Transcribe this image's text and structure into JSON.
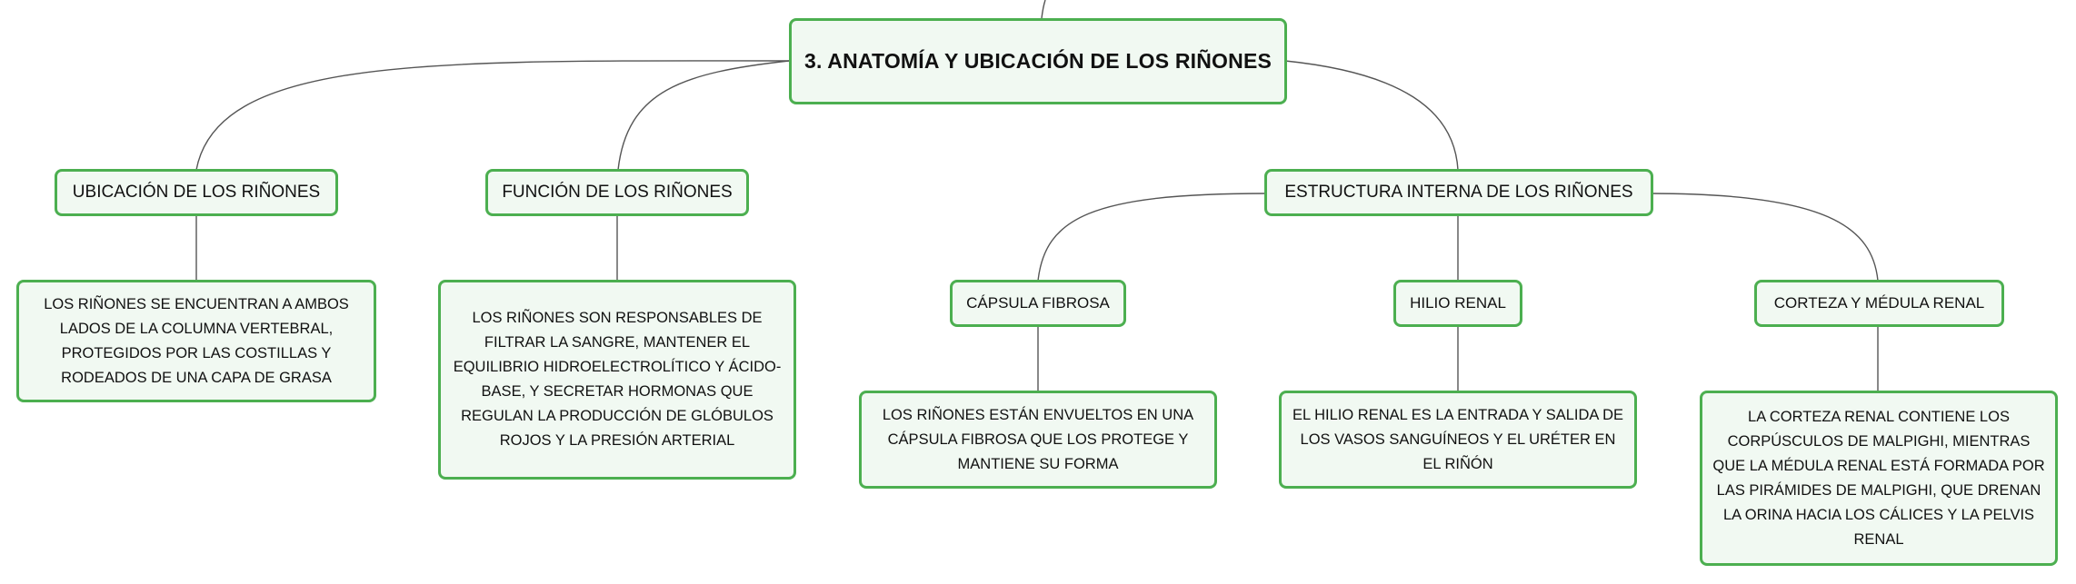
{
  "root": {
    "title": "3. ANATOMÍA Y UBICACIÓN DE LOS RIÑONES"
  },
  "ubicacion": {
    "label": "UBICACIÓN DE LOS RIÑONES",
    "detail": "LOS RIÑONES SE ENCUENTRAN A AMBOS LADOS DE LA COLUMNA VERTEBRAL, PROTEGIDOS POR LAS COSTILLAS Y RODEADOS DE UNA CAPA DE GRASA"
  },
  "funcion": {
    "label": "FUNCIÓN DE LOS RIÑONES",
    "detail": "LOS RIÑONES SON RESPONSABLES DE FILTRAR LA SANGRE, MANTENER EL EQUILIBRIO HIDROELECTROLÍTICO Y ÁCIDO-BASE, Y SECRETAR HORMONAS QUE REGULAN LA PRODUCCIÓN DE GLÓBULOS ROJOS Y LA PRESIÓN ARTERIAL"
  },
  "estructura": {
    "label": "ESTRUCTURA INTERNA DE LOS RIÑONES",
    "capsula": {
      "label": "CÁPSULA FIBROSA",
      "detail": "LOS RIÑONES ESTÁN ENVUELTOS EN UNA CÁPSULA FIBROSA QUE LOS PROTEGE Y MANTIENE SU FORMA"
    },
    "hilio": {
      "label": "HILIO RENAL",
      "detail": "EL HILIO RENAL ES LA ENTRADA Y SALIDA DE LOS VASOS SANGUÍNEOS Y EL URÉTER EN EL RIÑÓN"
    },
    "corteza": {
      "label": "CORTEZA Y MÉDULA RENAL",
      "detail": "LA CORTEZA RENAL CONTIENE LOS CORPÚSCULOS DE MALPIGHI, MIENTRAS QUE LA MÉDULA RENAL ESTÁ FORMADA POR LAS PIRÁMIDES DE MALPIGHI, QUE DRENAN LA ORINA HACIA LOS CÁLICES Y LA PELVIS RENAL"
    }
  },
  "colors": {
    "border": "#4caf50",
    "fill": "#f1f9f2",
    "line": "#555555"
  }
}
